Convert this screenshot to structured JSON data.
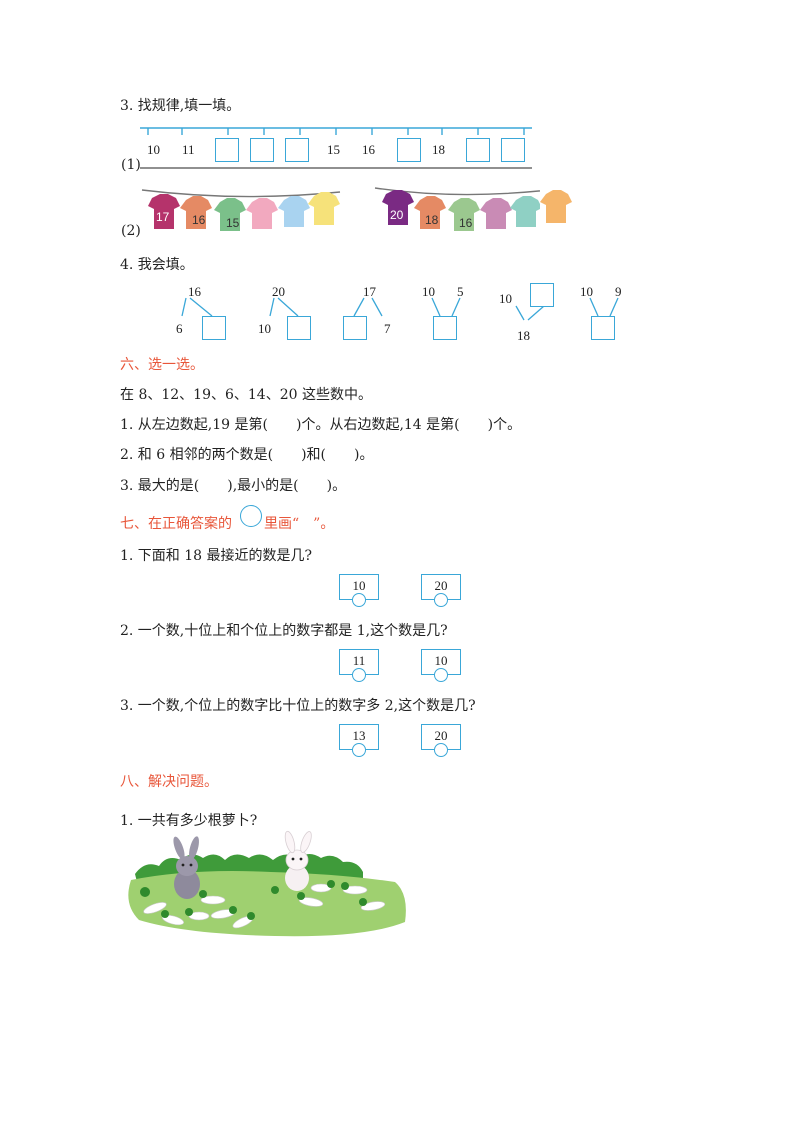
{
  "sec5": {
    "q3_title": "3. 找规律,填一填。",
    "q3_part1_label": "(1)",
    "q3_part2_label": "(2)",
    "ruler_nums": [
      "10",
      "11",
      "15",
      "16",
      "18"
    ],
    "shirts_left": [
      "17",
      "16",
      "15"
    ],
    "shirts_right": [
      "20",
      "18",
      "16"
    ],
    "q4_title": "4. 我会填。",
    "q4_trees": [
      {
        "top": "16",
        "left": "6"
      },
      {
        "top": "20",
        "left": "10"
      },
      {
        "top": "17",
        "right": "7"
      },
      {
        "a": "10",
        "b": "5"
      },
      {
        "a": "10",
        "bottom": "18"
      },
      {
        "a": "10",
        "b": "9"
      }
    ]
  },
  "sec6": {
    "title": "六、选一选。",
    "intro": "在 8、12、19、6、14、20 这些数中。",
    "q1": "1. 从左边数起,19 是第(　　)个。从右边数起,14 是第(　　)个。",
    "q2": "2. 和 6 相邻的两个数是(　　)和(　　)。",
    "q3": "3. 最大的是(　　),最小的是(　　)。"
  },
  "sec7": {
    "title_a": "七、在正确答案的",
    "title_b": "里画“　”。",
    "questions": [
      {
        "text": "1. 下面和 18 最接近的数是几?",
        "options": [
          "10",
          "20"
        ]
      },
      {
        "text": "2. 一个数,十位上和个位上的数字都是 1,这个数是几?",
        "options": [
          "11",
          "10"
        ]
      },
      {
        "text": "3. 一个数,个位上的数字比十位上的数字多 2,这个数是几?",
        "options": [
          "13",
          "20"
        ]
      }
    ]
  },
  "sec8": {
    "title": "八、解决问题。",
    "q1": "1. 一共有多少根萝卜?"
  },
  "colors": {
    "accent_blue": "#3aa7d8",
    "heading_red": "#e8563a",
    "grass_green": "#9fd070"
  }
}
